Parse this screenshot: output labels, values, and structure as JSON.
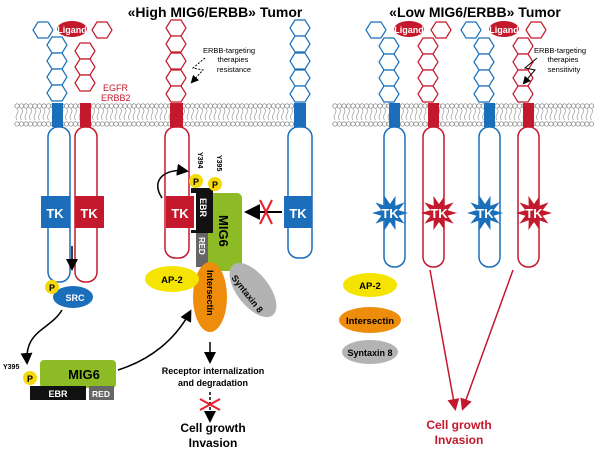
{
  "colors": {
    "egfr": "#1b6fba",
    "erbb2": "#c4182c",
    "mig6": "#8dbb26",
    "ap2": "#f5e400",
    "intersectin": "#ee8c0c",
    "syntaxin": "#b3b3b3",
    "ebr": "#111111",
    "red_domain": "#666666",
    "phospho": "#f5d90a",
    "inhibit": "#e8202a"
  },
  "left": {
    "title": "«High MIG6/ERBB» Tumor",
    "ligand": "Ligand",
    "egfr_label": "EGFR",
    "erbb2_label": "ERBB2",
    "therapy_note": [
      "ERBB-targeting",
      "therapies",
      "resistance"
    ],
    "tk": "TK",
    "src": "SRC",
    "p": "P",
    "y394": "Y394",
    "y395": "Y395",
    "mig6": "MIG6",
    "ebr": "EBR",
    "red": "RED",
    "ap2": "AP-2",
    "intersectin": "Intersectin",
    "syntaxin": "Syntaxin 8",
    "outcome1": [
      "Receptor internalization",
      "and degradation"
    ],
    "outcome2": [
      "Cell growth",
      "Invasion"
    ]
  },
  "right": {
    "title": "«Low MIG6/ERBB» Tumor",
    "ligand": "Ligand",
    "therapy_note": [
      "ERBB-targeting",
      "therapies",
      "sensitivity"
    ],
    "tk": "TK",
    "ap2": "AP-2",
    "intersectin": "Intersectin",
    "syntaxin": "Syntaxin 8",
    "outcome": [
      "Cell growth",
      "Invasion"
    ]
  }
}
